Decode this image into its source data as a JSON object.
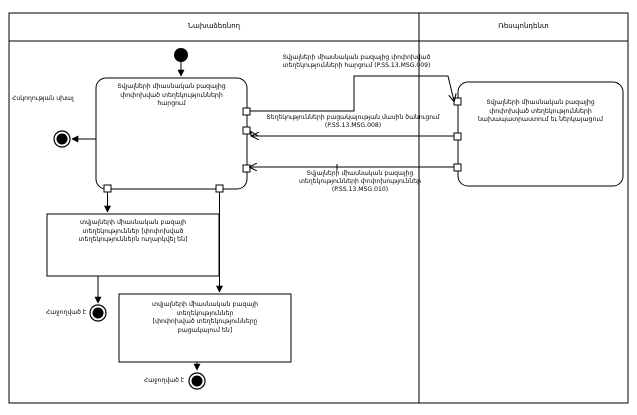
{
  "diagram": {
    "type": "uml-activity-diagram",
    "swimlanes": [
      {
        "id": "initiator",
        "title": "Նախաձեռնող"
      },
      {
        "id": "respondent",
        "title": "Ռեսպոնդենտ"
      }
    ],
    "nodes": {
      "start": {
        "kind": "initial-node"
      },
      "action_request": {
        "kind": "action",
        "text": "Տվյալների միասնական բազայից\nփոփոխված տեղեկությունների\nհարցում"
      },
      "action_prepare": {
        "kind": "action",
        "text": "Տվյալների միասնական բազայից\nփոփոխված տեղեկությունների\nնախապատրաստում եւ ներկայացում"
      },
      "object_received": {
        "kind": "object-node",
        "text": "տվյալների միասնական բազայի\nտեղեկություններ [փոփոխված\nտեղեկություններն ուղարկվել են]"
      },
      "object_absent": {
        "kind": "object-node",
        "text": "տվյալների միասնական բազայի\nտեղեկություններ\n[փոփոխված տեղեկությունները\nբացակայում են]"
      },
      "end_error": {
        "kind": "final-node"
      },
      "end_success_1": {
        "kind": "final-node"
      },
      "end_success_2": {
        "kind": "final-node"
      }
    },
    "edge_labels": {
      "error": "Հսկողության սխալ",
      "success_1": "Հաջողված է",
      "success_2": "Հաջողված է"
    },
    "messages": [
      {
        "id": "msg009",
        "direction": "initiator-to-respondent",
        "text": "Տվյալների միասնական բազայից փոփոխված\nտեղեկությունների հարցում (P.SS.13.MSG.009)",
        "code": "P.SS.13.MSG.009"
      },
      {
        "id": "msg008",
        "direction": "respondent-to-initiator",
        "text": "Տեղեկությունների բացակայության մասին ծանուցում\n(P.SS.13.MSG.008)",
        "code": "P.SS.13.MSG.008"
      },
      {
        "id": "msg010",
        "direction": "respondent-to-initiator",
        "text": "Տվյալների միասնական բազայից\nտեղեկությունների փոփոխություններ\n(P.SS.13.MSG.010)",
        "code": "P.SS.13.MSG.010"
      }
    ],
    "colors": {
      "stroke": "#000000",
      "fill": "#ffffff",
      "background": "#ffffff"
    }
  }
}
